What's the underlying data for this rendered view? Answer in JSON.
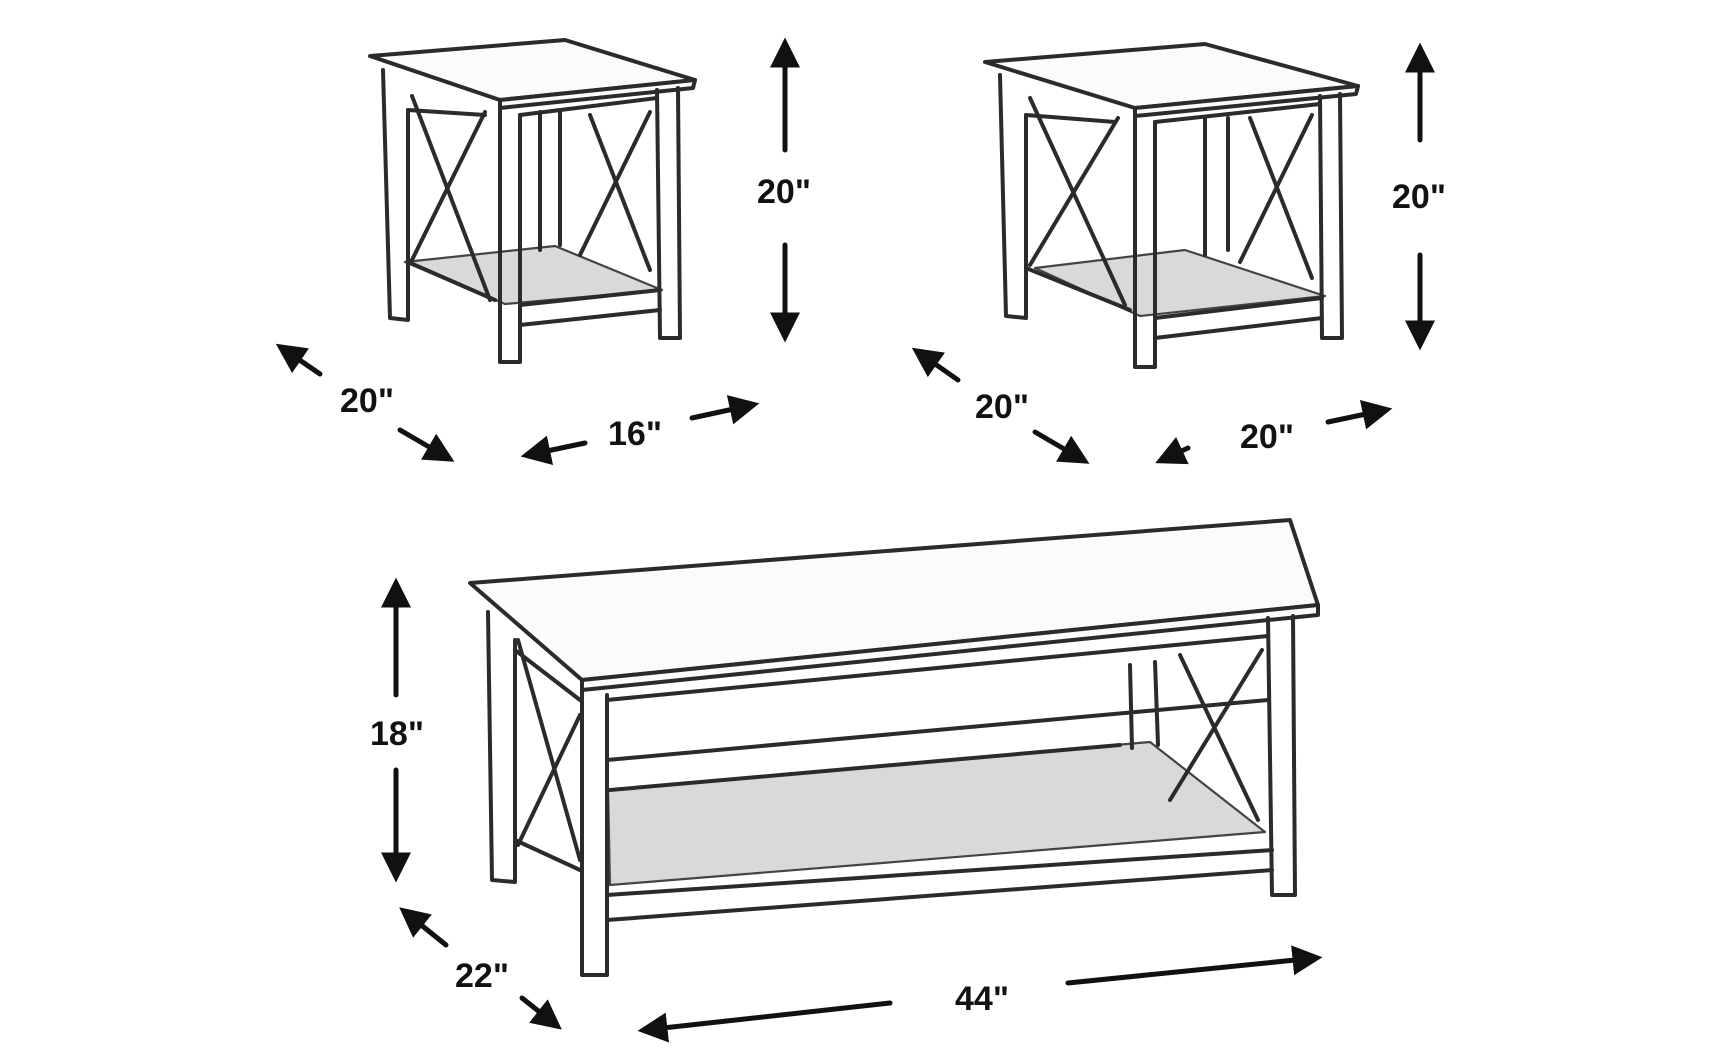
{
  "tables": [
    {
      "id": "end-table-left",
      "dimensions": {
        "height": "20\"",
        "depth": "20\"",
        "width": "16\""
      }
    },
    {
      "id": "end-table-right",
      "dimensions": {
        "height": "20\"",
        "depth": "20\"",
        "width": "20\""
      }
    },
    {
      "id": "coffee-table",
      "dimensions": {
        "height": "18\"",
        "depth": "22\"",
        "width": "44\""
      }
    }
  ],
  "colors": {
    "ink": "#2b2b2b",
    "shade": "#d9d9d9",
    "background": "#ffffff"
  }
}
